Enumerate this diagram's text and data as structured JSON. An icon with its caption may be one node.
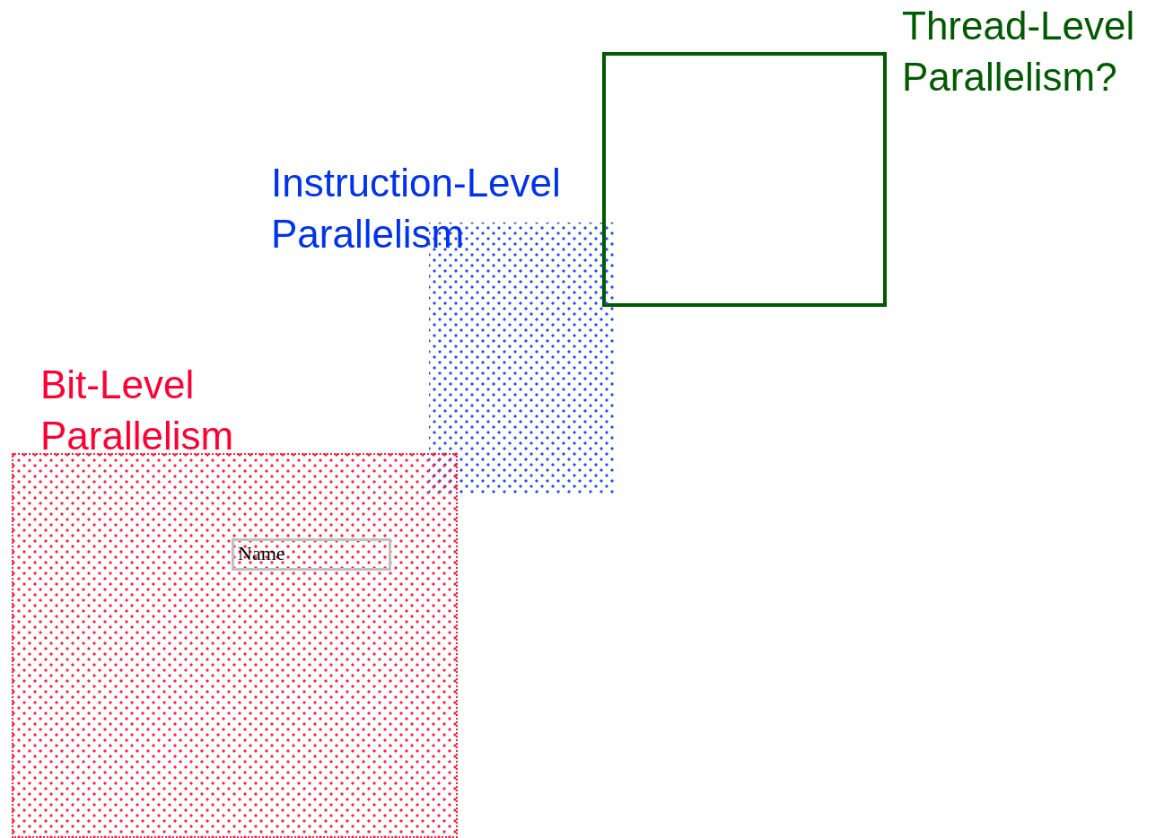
{
  "diagram": {
    "nodes": [
      {
        "text": [
          "Thread-Level Parallelism?"
        ]
      },
      {
        "text": [
          "Instruction-Level Parallelism"
        ]
      },
      {
        "text": [
          "Bit-Level Parallelism"
        ]
      },
      {
        "text": [
          "Name"
        ],
        "in": 2
      }
    ]
  }
}
